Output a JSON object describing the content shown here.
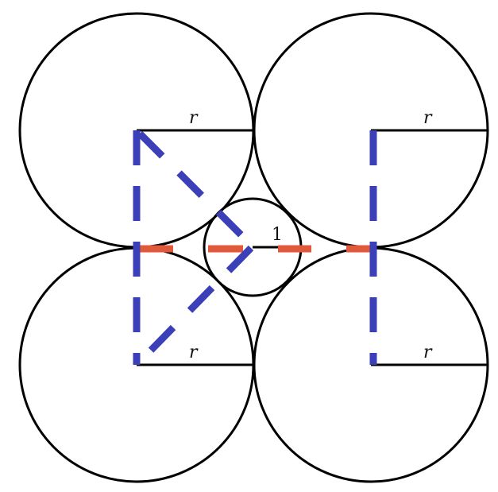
{
  "labels": {
    "radius_top_left": "r",
    "radius_top_right": "r",
    "radius_bottom_left": "r",
    "radius_bottom_right": "r",
    "small_radius": "1"
  },
  "colors": {
    "circle_stroke": "#000000",
    "blue_dash": "#3b3fb8",
    "orange_dash": "#e0593a"
  }
}
